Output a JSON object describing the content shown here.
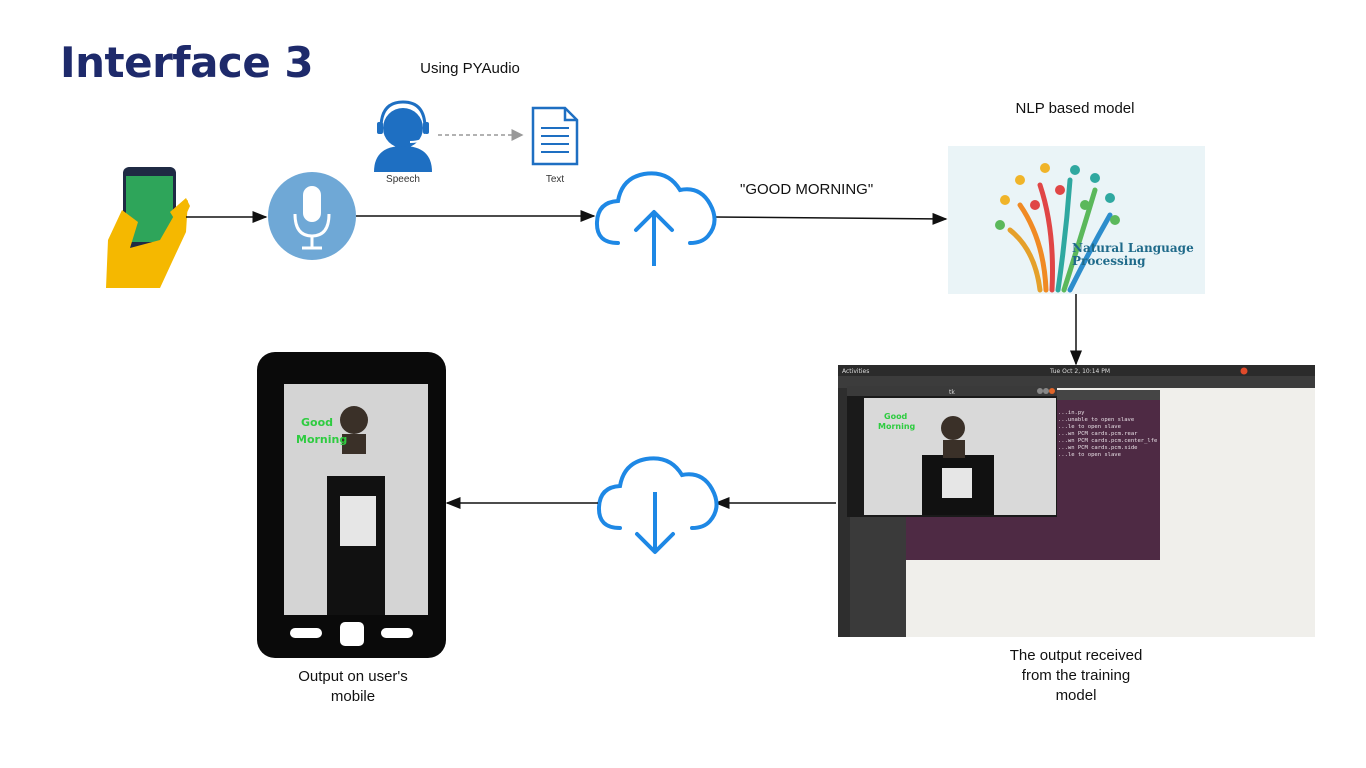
{
  "slide": {
    "title": "Interface 3"
  },
  "pyaudio": {
    "caption": "Using PYAudio",
    "speech_label": "Speech",
    "text_label": "Text"
  },
  "message": {
    "quote": "\"GOOD MORNING\""
  },
  "nlp": {
    "caption": "NLP based model",
    "image_text_line1": "Natural Language",
    "image_text_line2": "Processing"
  },
  "training_output": {
    "caption_line1": "The output received",
    "caption_line2": "from the training",
    "caption_line3": "model",
    "window_title": "tk",
    "overlay_line1": "Good",
    "overlay_line2": "Morning",
    "topbar_left": "Activities",
    "topbar_center": "Tue Oct  2, 10:14 PM",
    "terminal_lines": [
      "...in.py",
      "...unable to open slave",
      "...le to open slave",
      "...wn PCM cards.pcm.rear",
      "...wn PCM cards.pcm.center_lfe",
      "...wn PCM cards.pcm.side",
      "...le to open slave"
    ]
  },
  "mobile_output": {
    "caption_line1": "Output on user's",
    "caption_line2": "mobile",
    "overlay_line1": "Good",
    "overlay_line2": "Morning"
  },
  "colors": {
    "title": "#1e2a6b",
    "cloud": "#1e88e5",
    "mic_circle": "#6fa8d6",
    "overlay_text": "#2ecc40",
    "terminal_bg": "#4e2a44"
  }
}
